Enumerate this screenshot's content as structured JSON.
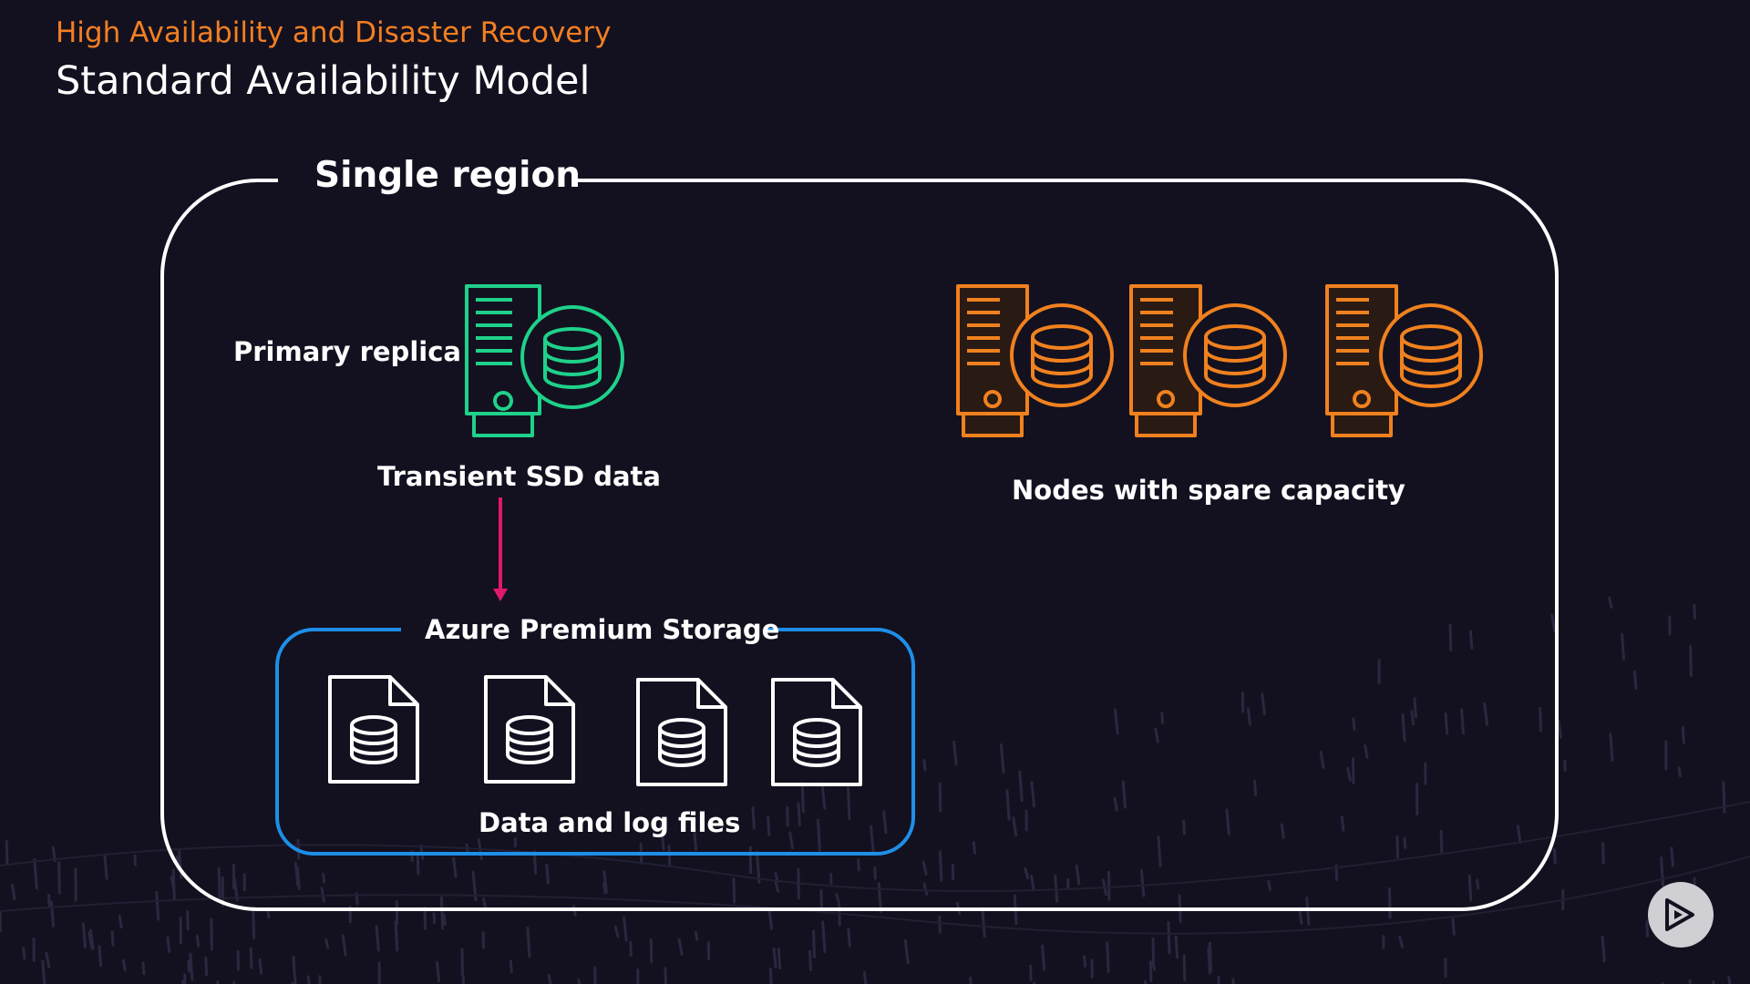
{
  "header": {
    "subtitle": "High Availability and Disaster Recovery",
    "title": "Standard Availability Model"
  },
  "diagram": {
    "region_label": "Single region",
    "primary_label": "Primary replica",
    "ssd_label": "Transient SSD data",
    "nodes_label": "Nodes with spare capacity",
    "storage_label": "Azure Premium Storage",
    "files_label": "Data and log files"
  },
  "icons": {
    "primary": "database-server-icon",
    "spare_nodes": "database-server-icon",
    "files": "database-file-icon",
    "arrow": "arrow-down-icon",
    "player": "play-logo-icon"
  },
  "colors": {
    "background": "#13111f",
    "accent_orange": "#f37f22",
    "primary_green": "#1fd18a",
    "node_orange": "#f0811f",
    "storage_blue": "#1e8fe8",
    "arrow_pink": "#e0186e",
    "line_white": "#ffffff"
  }
}
